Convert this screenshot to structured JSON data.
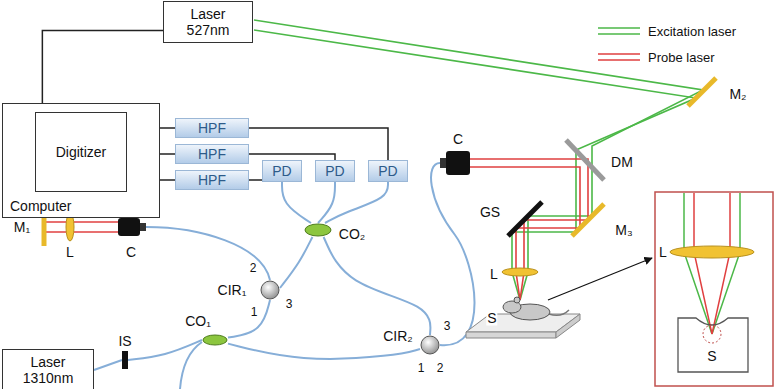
{
  "diagram": {
    "nodes": [
      {
        "text": [
          "Laser 527nm"
        ]
      },
      {
        "text": [
          "Computer"
        ]
      },
      {
        "text": [
          "Digitizer"
        ],
        "in": 1
      },
      {
        "text": [
          "HPF"
        ]
      },
      {
        "text": [
          "HPF"
        ]
      },
      {
        "text": [
          "HPF"
        ]
      },
      {
        "text": [
          "PD"
        ]
      },
      {
        "text": [
          "PD"
        ]
      },
      {
        "text": [
          "PD"
        ]
      },
      {
        "text": [
          "CIR₁"
        ]
      },
      {
        "text": [
          "CO₂"
        ]
      },
      {
        "text": [
          "IS"
        ]
      },
      {
        "text": [
          "CO₁"
        ]
      },
      {
        "text": [
          "CIR₂"
        ]
      },
      {
        "text": [
          "Laser 1310nm"
        ]
      }
    ],
    "edges": [
      {
        "from": 0,
        "to": 2,
        "arrow": "none"
      },
      {
        "from": 2,
        "to": 3,
        "arrow": "none"
      },
      {
        "from": 2,
        "to": 4,
        "arrow": "none"
      },
      {
        "from": 2,
        "to": 5,
        "arrow": "none"
      },
      {
        "from": 3,
        "to": 8,
        "arrow": "none"
      },
      {
        "from": 4,
        "to": 7,
        "arrow": "none"
      },
      {
        "from": 5,
        "to": 6,
        "arrow": "none"
      },
      {
        "from": 6,
        "to": 10,
        "arrow": "none"
      },
      {
        "from": 7,
        "to": 10,
        "arrow": "none"
      },
      {
        "from": 8,
        "to": 10,
        "arrow": "none"
      },
      {
        "from": 10,
        "to": 9,
        "arrow": "none"
      },
      {
        "from": 10,
        "to": 13,
        "arrow": "none"
      },
      {
        "from": 14,
        "to": 11,
        "arrow": "none"
      },
      {
        "from": 11,
        "to": 12,
        "arrow": "none"
      },
      {
        "from": 12,
        "to": 9,
        "arrow": "none"
      },
      {
        "from": 12,
        "to": 13,
        "arrow": "none"
      }
    ],
    "labels": [
      "M₂",
      "C",
      "DM",
      "GS",
      "M₃",
      "L",
      "S",
      "L",
      "S",
      "M₁",
      "L",
      "C",
      "2",
      "3",
      "1",
      "3",
      "1",
      "2"
    ],
    "legend": [
      {
        "text": "Excitation laser"
      },
      {
        "text": "Probe laser"
      }
    ]
  }
}
